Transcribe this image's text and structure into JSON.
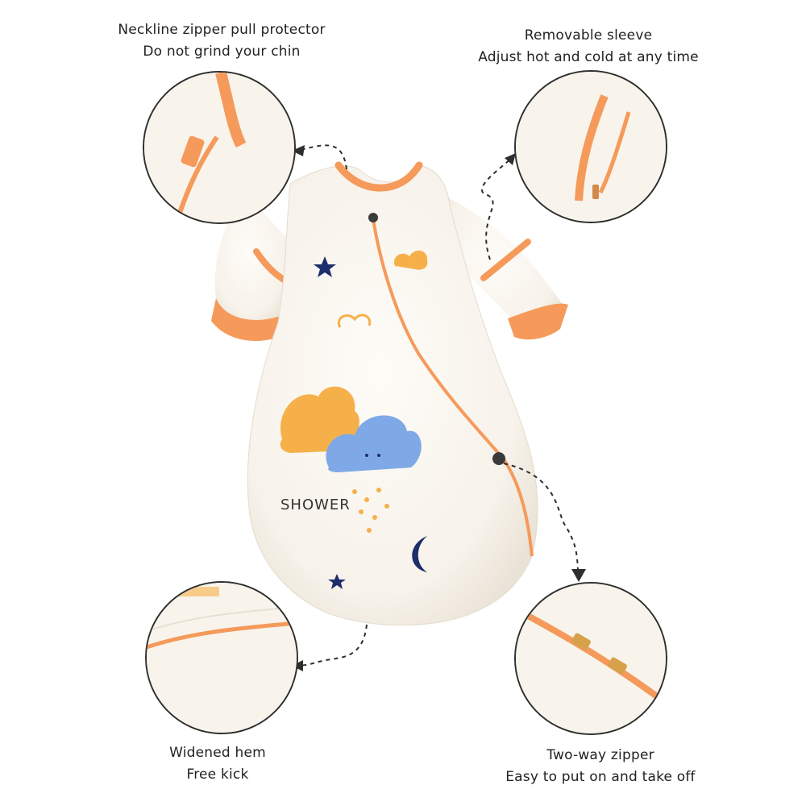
{
  "callouts": {
    "neckline": {
      "line1": "Neckline zipper pull protector",
      "line2": "Do not grind your chin"
    },
    "sleeve": {
      "line1": "Removable sleeve",
      "line2": "Adjust hot and cold at any time"
    },
    "hem": {
      "line1": "Widened hem",
      "line2": "Free kick"
    },
    "zipper": {
      "line1": "Two-way zipper",
      "line2": "Easy to put on and take off"
    }
  },
  "print_text": "SHOWER",
  "colors": {
    "accent_orange": "#f59a5b",
    "fabric_cream": "#fbf8f2",
    "cloud_yellow": "#f6b04a",
    "cloud_blue": "#7fa9e6",
    "star_navy": "#1e2d6b",
    "outline_dark": "#2e2e2e"
  },
  "icons": [
    "arrow-icon",
    "zipper-pull-icon",
    "star-icon",
    "moon-icon",
    "cloud-icon"
  ]
}
